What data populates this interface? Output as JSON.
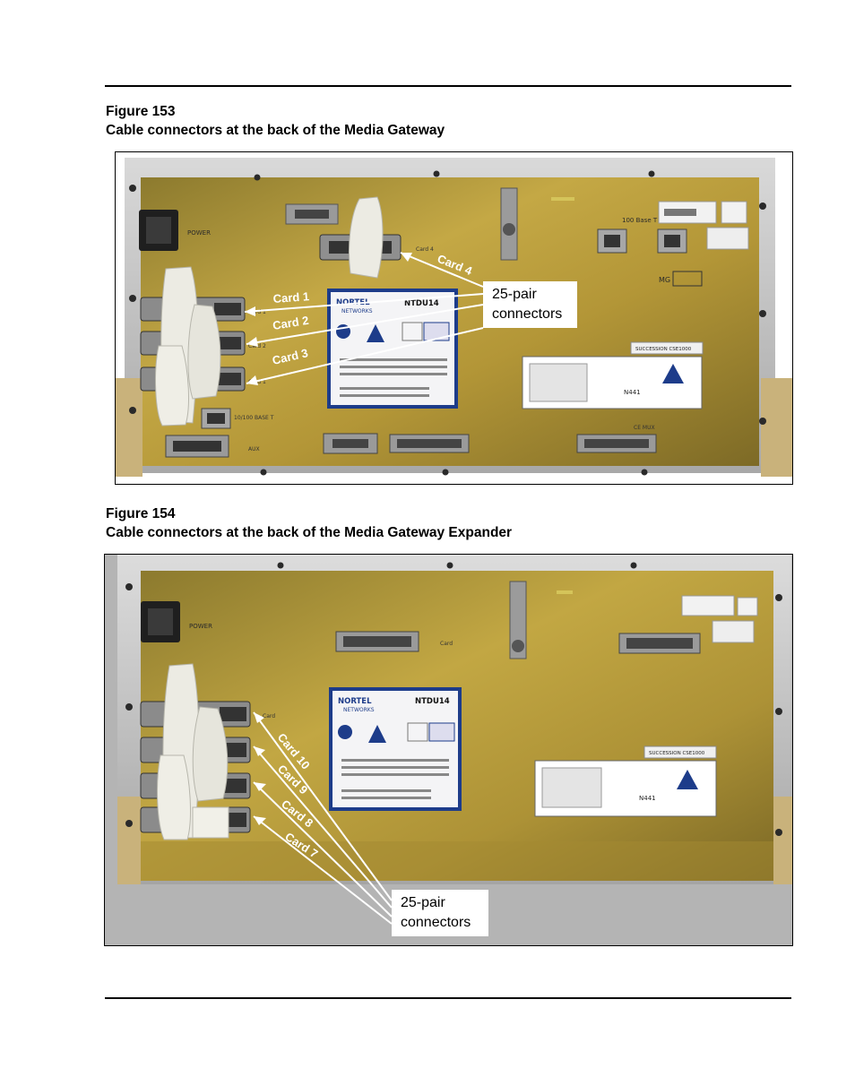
{
  "figure153": {
    "number": "Figure 153",
    "caption": "Cable connectors at the back of the Media Gateway",
    "callout_line1": "25-pair",
    "callout_line2": "connectors",
    "labels": [
      "Card 1",
      "Card 2",
      "Card 3",
      "Card 4"
    ],
    "panel_text": {
      "power": "POWER",
      "base": "100 Base T",
      "mg": "MG",
      "nortel": "NORTEL",
      "networks": "NETWORKS",
      "model": "NTDU14",
      "succession": "SUCCESSION CSE1000",
      "n441": "N441",
      "card4_silk": "Card 4",
      "card1_silk": "Card 1",
      "card2_silk": "Card 2",
      "card3_silk": "Card 1",
      "mux": "CE MUX",
      "aux": "AUX",
      "tenbase": "10/100 BASE T"
    }
  },
  "figure154": {
    "number": "Figure 154",
    "caption": "Cable connectors at the back of the Media Gateway Expander",
    "callout_line1": "25-pair",
    "callout_line2": "connectors",
    "labels": [
      "Card 10",
      "Card 9",
      "Card 8",
      "Card 7"
    ],
    "panel_text": {
      "power": "POWER",
      "nortel": "NORTEL",
      "networks": "NETWORKS",
      "model": "NTDU14",
      "succession": "SUCCESSION CSE1000",
      "n441": "N441",
      "card_silk": "Card",
      "card_silk_2": "Card"
    }
  },
  "colors": {
    "panel_gold": "#b49a38",
    "panel_dark": "#6e5a22",
    "frame_gray": "#c8c8c8",
    "background_gray": "#b4b4b4"
  }
}
